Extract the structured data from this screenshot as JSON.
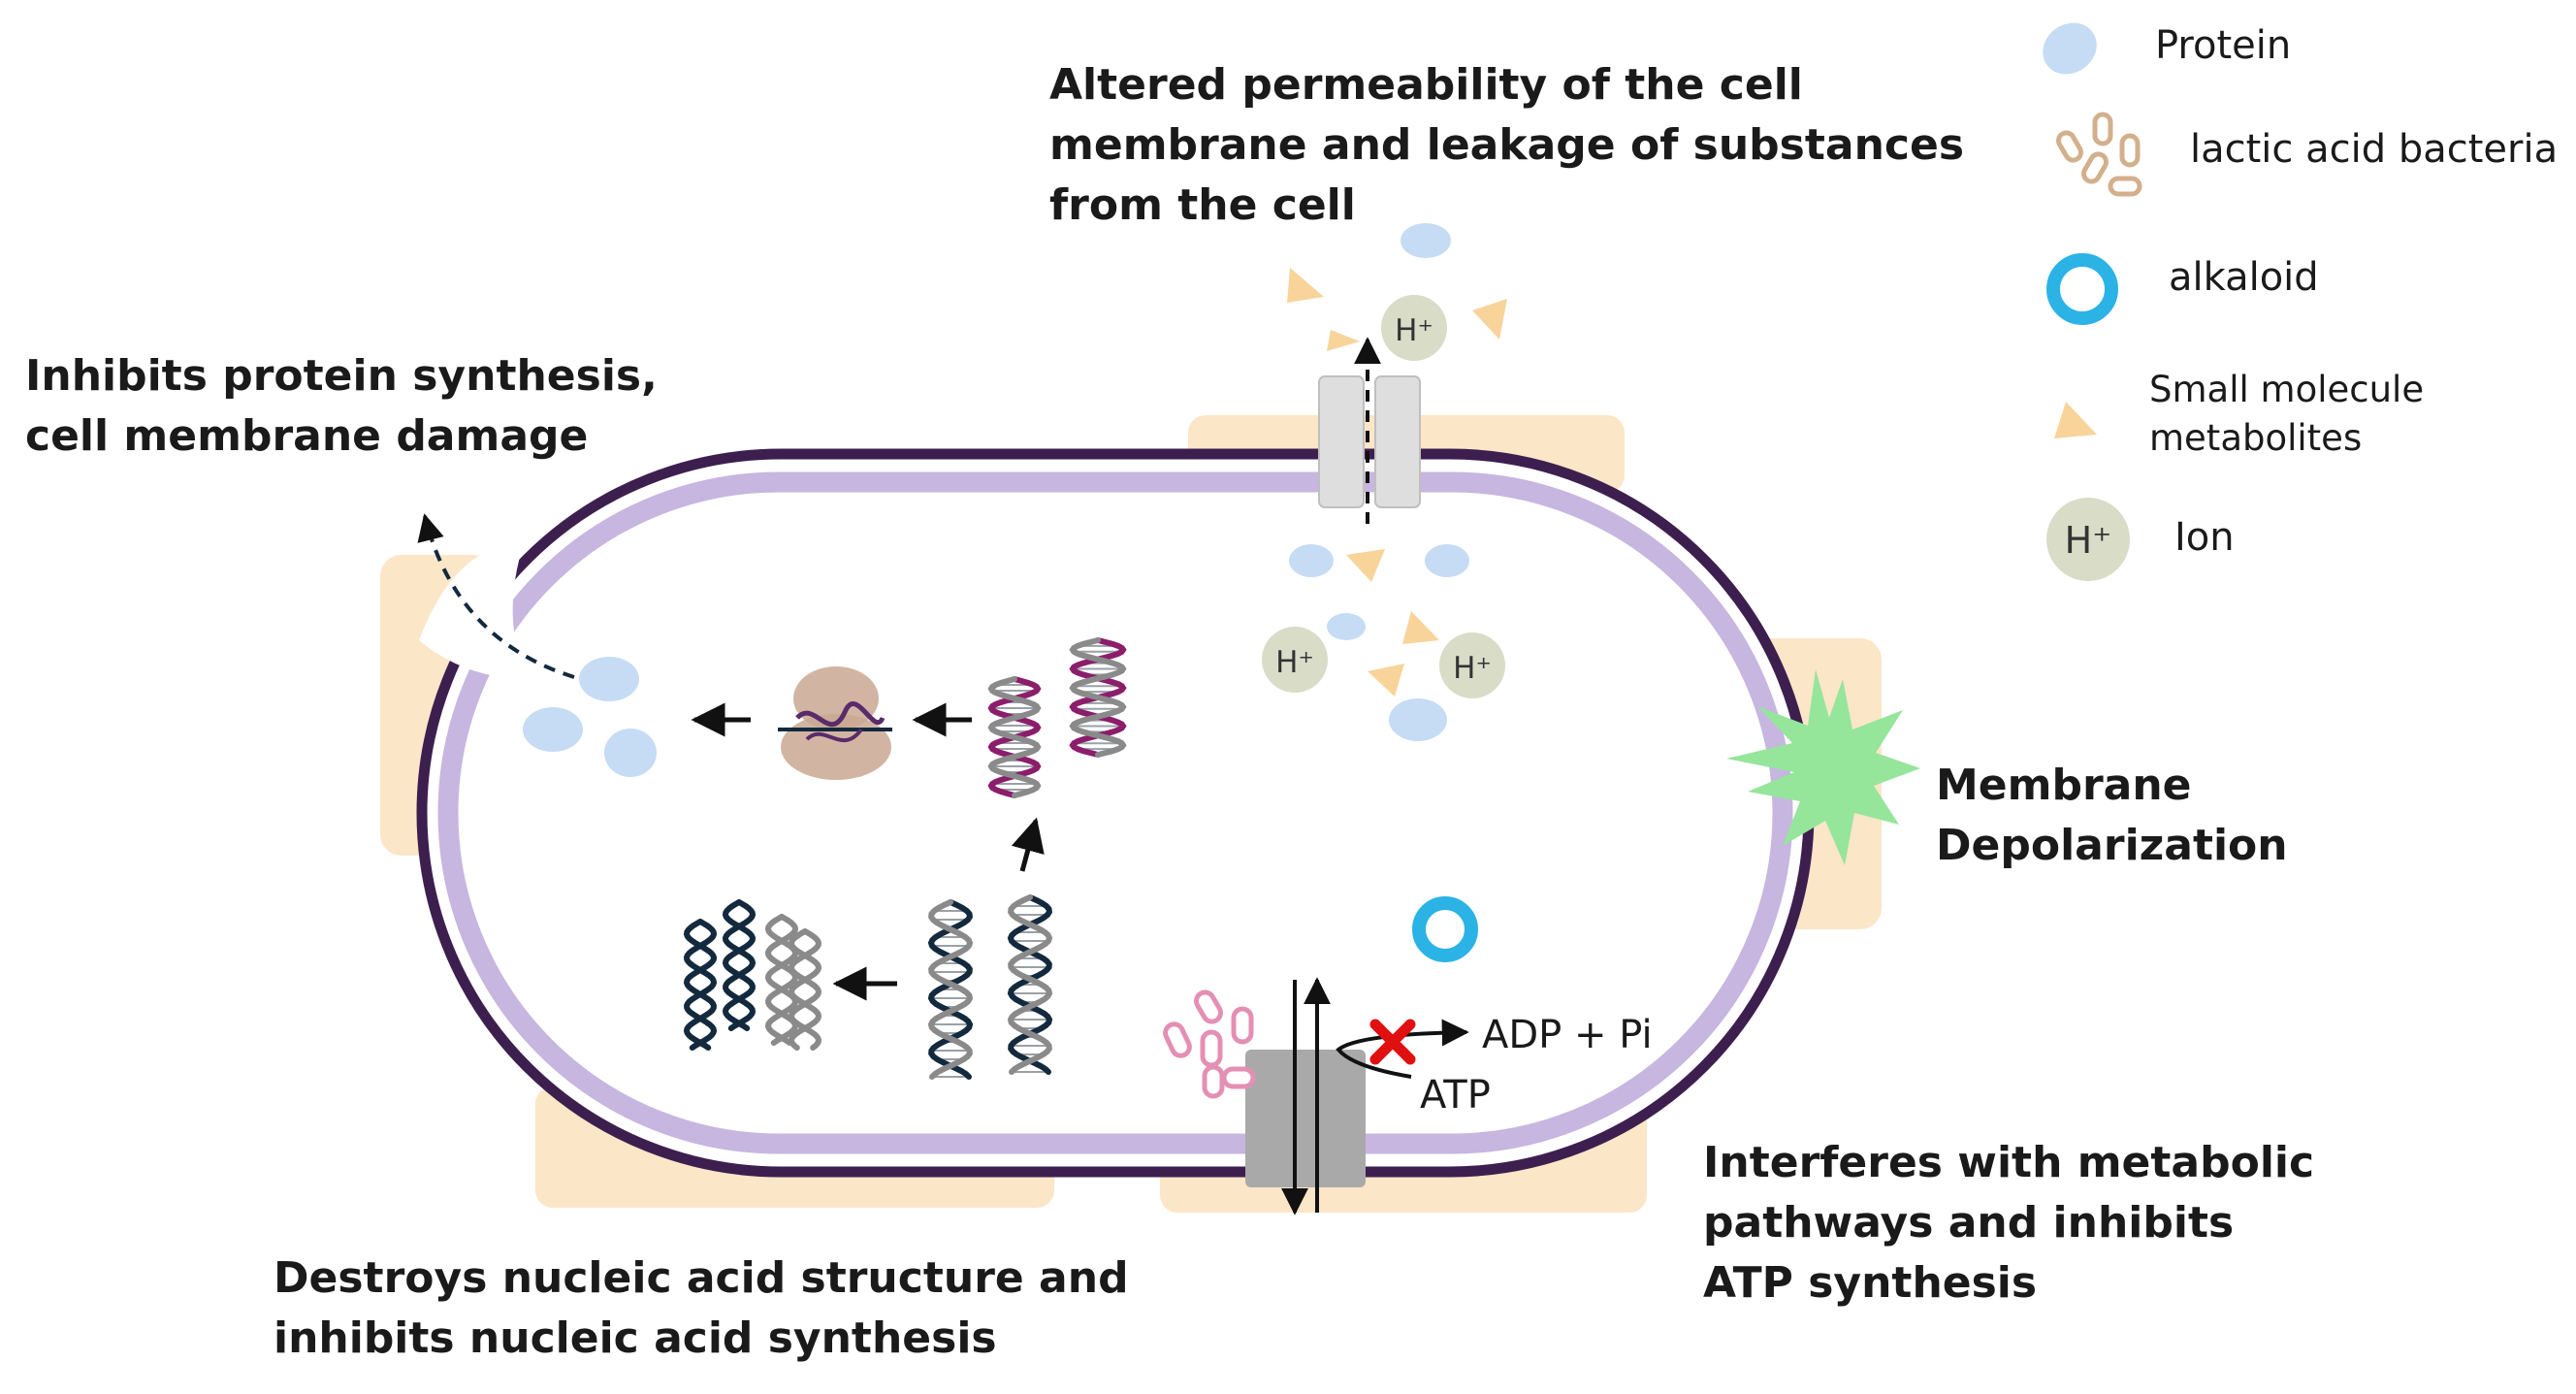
{
  "captions": {
    "permeability": [
      "Altered permeability of the cell",
      "membrane and leakage of substances",
      "from the cell"
    ],
    "protein_synthesis": [
      "Inhibits protein synthesis,",
      "cell membrane damage"
    ],
    "depolarization": [
      "Membrane",
      "Depolarization"
    ],
    "nucleic_acid": [
      "Destroys nucleic acid structure and",
      "inhibits nucleic acid synthesis"
    ],
    "metabolic": [
      "Interferes with metabolic",
      "pathways and inhibits",
      "ATP synthesis"
    ]
  },
  "legend": {
    "protein": "Protein",
    "lab": "lactic acid bacteria",
    "alkaloid": "alkaloid",
    "metabolites": [
      "Small molecule",
      "metabolites"
    ],
    "ion": "Ion",
    "ion_symbol": "H⁺"
  },
  "atp": {
    "products": "ADP + Pi",
    "substrate": "ATP"
  },
  "colors": {
    "membrane_outer": "#3d1f4f",
    "membrane_inner": "#c7b6e0",
    "halo": "#fbe6c7",
    "protein": "#c6dcf4",
    "metabolite": "#f8d49a",
    "ion": "#d9dcc7",
    "alkaloid": "#2bb3e6",
    "lab_legend": "#d3b08c",
    "lab_cell": "#e48fb4",
    "burst": "#95e59b",
    "dna_dark": "#13293d",
    "dna_light": "#8a8a8a",
    "dna_magenta": "#8b1d6b",
    "ribosome": "#c9a892",
    "channel_top": "#dedede",
    "channel_bottom": "#a9a9a9",
    "block_mark": "#e01010"
  }
}
